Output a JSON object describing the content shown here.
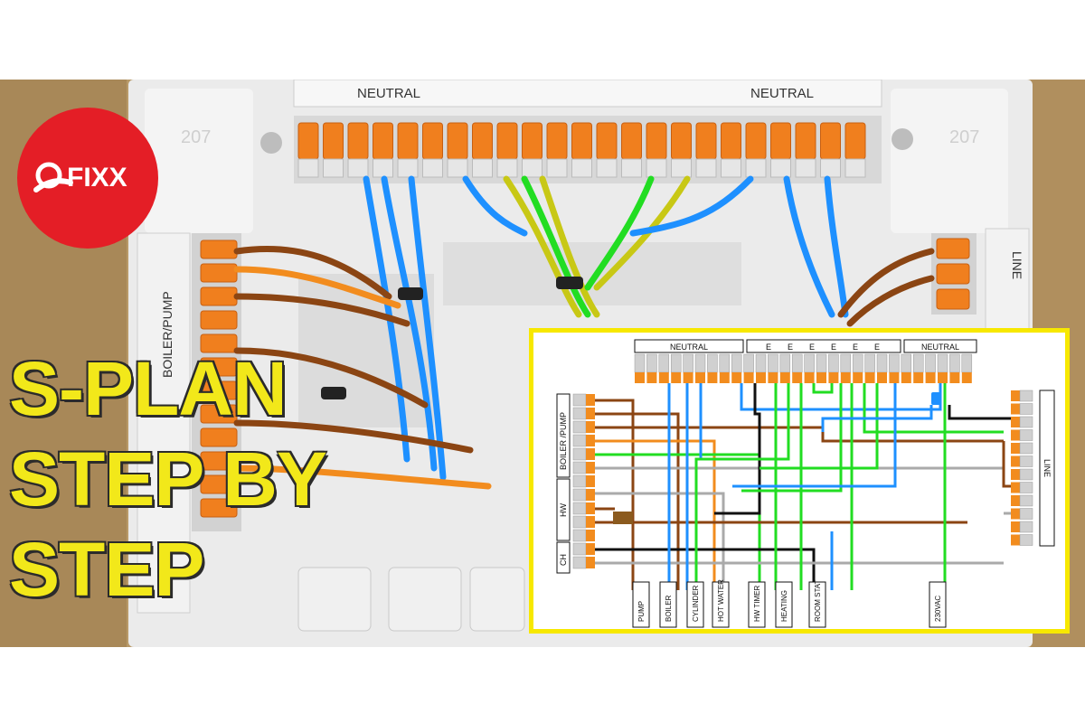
{
  "logo": {
    "text": "FIXX",
    "brand_color": "#e41e26"
  },
  "title": {
    "line1": "S-PLAN",
    "line2": "STEP BY",
    "line3": "STEP",
    "color": "#f2e81a"
  },
  "photo": {
    "top_bar_labels": [
      "NEUTRAL",
      "NEUTRAL"
    ],
    "left_label": "BOILER/PUMP",
    "right_label": "LINE",
    "brand_marks": [
      "207",
      "207"
    ]
  },
  "diagram": {
    "border_color": "#f7e800",
    "top_labels": [
      "NEUTRAL",
      "E",
      "E",
      "E",
      "E",
      "E",
      "E",
      "NEUTRAL"
    ],
    "left_labels": [
      "BOILER /PUMP",
      "HW",
      "CH"
    ],
    "right_label": "LINE",
    "bottom_labels": [
      "PUMP",
      "BOILER",
      "CYLINDER",
      "HOT WATER",
      "HW TIMER",
      "HEATING",
      "ROOM STAT",
      "230VAC"
    ],
    "wire_colors": {
      "brown": "#8b4513",
      "blue": "#1e90ff",
      "green": "#22dd22",
      "black": "#111111",
      "grey": "#aaaaaa",
      "orange": "#f28c1e"
    }
  }
}
